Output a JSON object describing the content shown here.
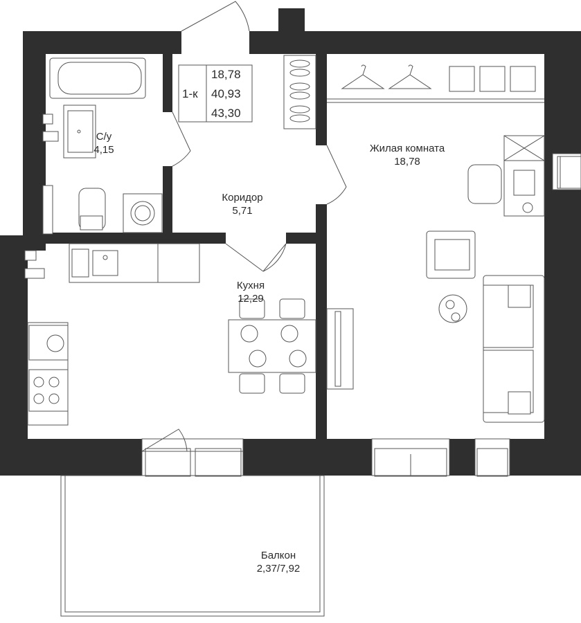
{
  "summary": {
    "type": "1-к",
    "living_area": "18,78",
    "total_area": "40,93",
    "total_area_with_balcony": "43,30"
  },
  "rooms": {
    "bathroom": {
      "name": "С/у",
      "area": "4,15"
    },
    "corridor": {
      "name": "Коридор",
      "area": "5,71"
    },
    "living": {
      "name": "Жилая комната",
      "area": "18,78"
    },
    "kitchen": {
      "name": "Кухня",
      "area": "12,29"
    },
    "balcony": {
      "name": "Балкон",
      "area": "2,37/7,92"
    }
  },
  "colors": {
    "wall": "#2f2f2f",
    "line": "#555555",
    "text": "#2a2a2a",
    "background": "#ffffff"
  }
}
